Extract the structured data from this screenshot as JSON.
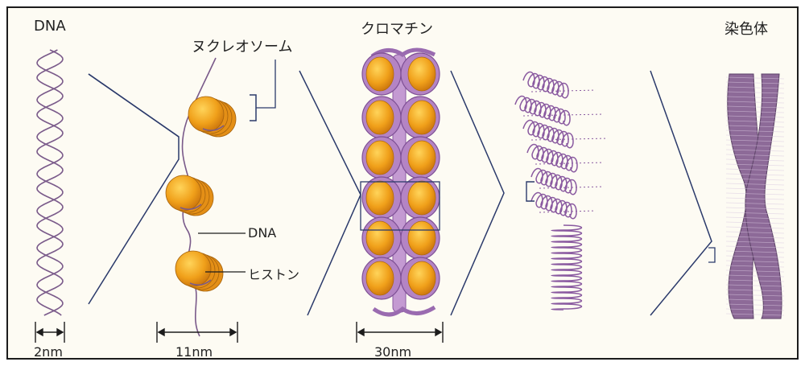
{
  "labels": {
    "dna_title": "DNA",
    "nucleosome": "ヌクレオソーム",
    "chromatin": "クロマチン",
    "chromosome": "染色体",
    "dna_pointer": "DNA",
    "histone": "ヒストン",
    "scale_2nm": "2nm",
    "scale_11nm": "11nm",
    "scale_30nm": "30nm"
  },
  "colors": {
    "background": "#fdfbf3",
    "strand": "#7a5a8a",
    "histone_orange": "#f0a01a",
    "histone_dark": "#d07c10",
    "chromatin_purple": "#b484c4",
    "outline_navy": "#2b3a6b",
    "chromosome_purple": "#8d6a98"
  }
}
